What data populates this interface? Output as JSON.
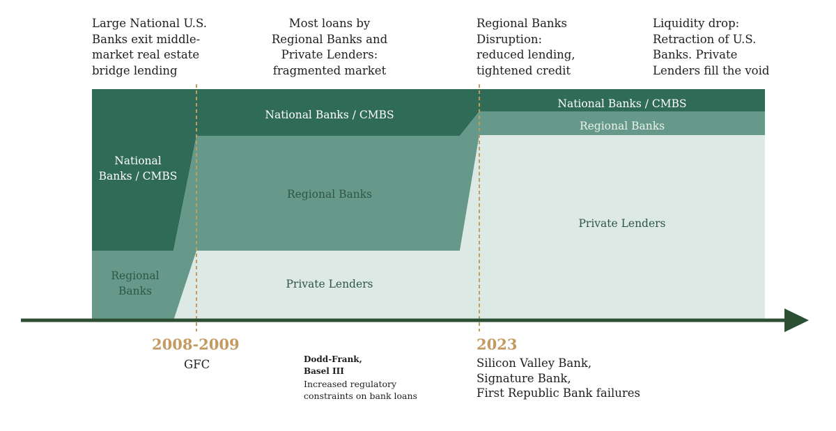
{
  "captions": {
    "c1": [
      "Large National U.S.",
      "Banks exit middle-",
      "market real estate",
      "bridge lending"
    ],
    "c2": [
      "Most loans by",
      "Regional Banks and",
      "Private Lenders:",
      "fragmented market"
    ],
    "c3": [
      "Regional Banks",
      "Disruption:",
      "reduced lending,",
      "tightened credit"
    ],
    "c4": [
      "Liquidity drop:",
      "Retraction of U.S.",
      "Banks. Private",
      "Lenders fill the void"
    ]
  },
  "regions": {
    "p1_national": [
      "National",
      "Banks / CMBS"
    ],
    "p1_regional": [
      "Regional",
      "Banks"
    ],
    "p2_national": "National Banks / CMBS",
    "p2_regional": "Regional Banks",
    "p2_private": "Private Lenders",
    "p3_national": "National Banks / CMBS",
    "p3_regional": "Regional Banks",
    "p3_private": "Private Lenders"
  },
  "milestones": {
    "m1": {
      "year": "2008-2009",
      "label": "GFC"
    },
    "m2": {
      "year": "2023",
      "lines": [
        "Silicon Valley Bank,",
        "Signature Bank,",
        "First Republic Bank failures"
      ]
    }
  },
  "note": {
    "title": [
      "Dodd-Frank,",
      "Basel III"
    ],
    "body": [
      "Increased regulatory",
      "constraints on bank loans"
    ]
  },
  "colors": {
    "dark": "#2f6b57",
    "mid": "#66998a",
    "light": "#dce9e5",
    "axis": "#2c4f34",
    "accent": "#c39a62"
  }
}
